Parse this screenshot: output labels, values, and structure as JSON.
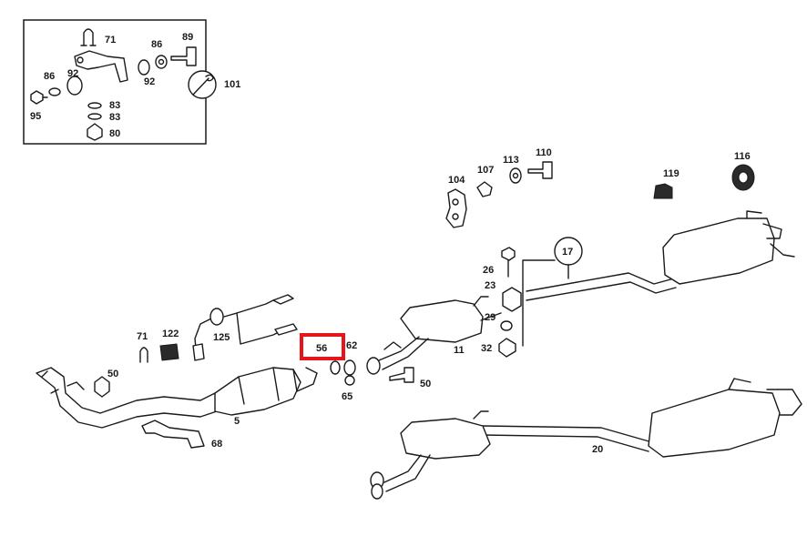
{
  "inset_labels": [
    "71",
    "86",
    "89",
    "92",
    "86",
    "92",
    "101",
    "95",
    "83",
    "83",
    "80"
  ],
  "hardware_labels": [
    "104",
    "107",
    "113",
    "110",
    "116",
    "119",
    "17",
    "26",
    "23",
    "29",
    "32"
  ],
  "front_labels": [
    "71",
    "122",
    "125",
    "50",
    "5",
    "68",
    "56",
    "62",
    "65",
    "50"
  ],
  "rear_labels": [
    "11",
    "20"
  ],
  "highlighted_label": "56",
  "colors": {
    "highlight": "#e8141b",
    "line": "#1a1a1a",
    "background": "#ffffff"
  },
  "icons": [
    "wrench-icon"
  ]
}
